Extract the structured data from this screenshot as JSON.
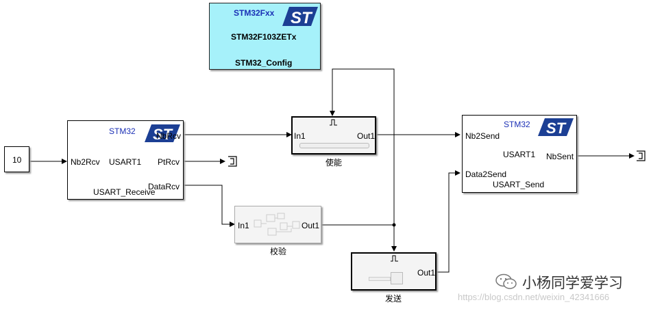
{
  "config_block": {
    "brand": "STM32Fxx",
    "chip": "STM32F103ZETx",
    "config": "STM32_Config"
  },
  "constant_block": {
    "value": "10"
  },
  "receive_block": {
    "brand": "STM32",
    "in_port": "Nb2Rcv",
    "mid_label": "USART1",
    "out_ports": [
      "NbRcv",
      "PtRcv",
      "DataRcv"
    ],
    "name": "USART_Receive"
  },
  "enable_block": {
    "in_port": "In1",
    "out_port": "Out1",
    "caption": "使能"
  },
  "check_block": {
    "in_port": "In1",
    "out_port": "Out1",
    "caption": "校验"
  },
  "send_sub_block": {
    "out_port": "Out1",
    "caption": "发送"
  },
  "send_block": {
    "brand": "STM32",
    "in_ports": [
      "Nb2Send",
      "Data2Send"
    ],
    "mid_label": "USART1",
    "out_port": "NbSent",
    "name": "USART_Send"
  },
  "watermark": {
    "wechat": "小杨同学爱学习",
    "url": "https://blog.csdn.net/weixin_42341666"
  },
  "colors": {
    "config_bg": "#a6f1fa",
    "line": "#000000",
    "brand": "#1a2fb5",
    "logo": "#1c3f94"
  },
  "icons": [
    "st-logo-icon",
    "trigger-icon",
    "terminator-icon",
    "wechat-icon"
  ]
}
